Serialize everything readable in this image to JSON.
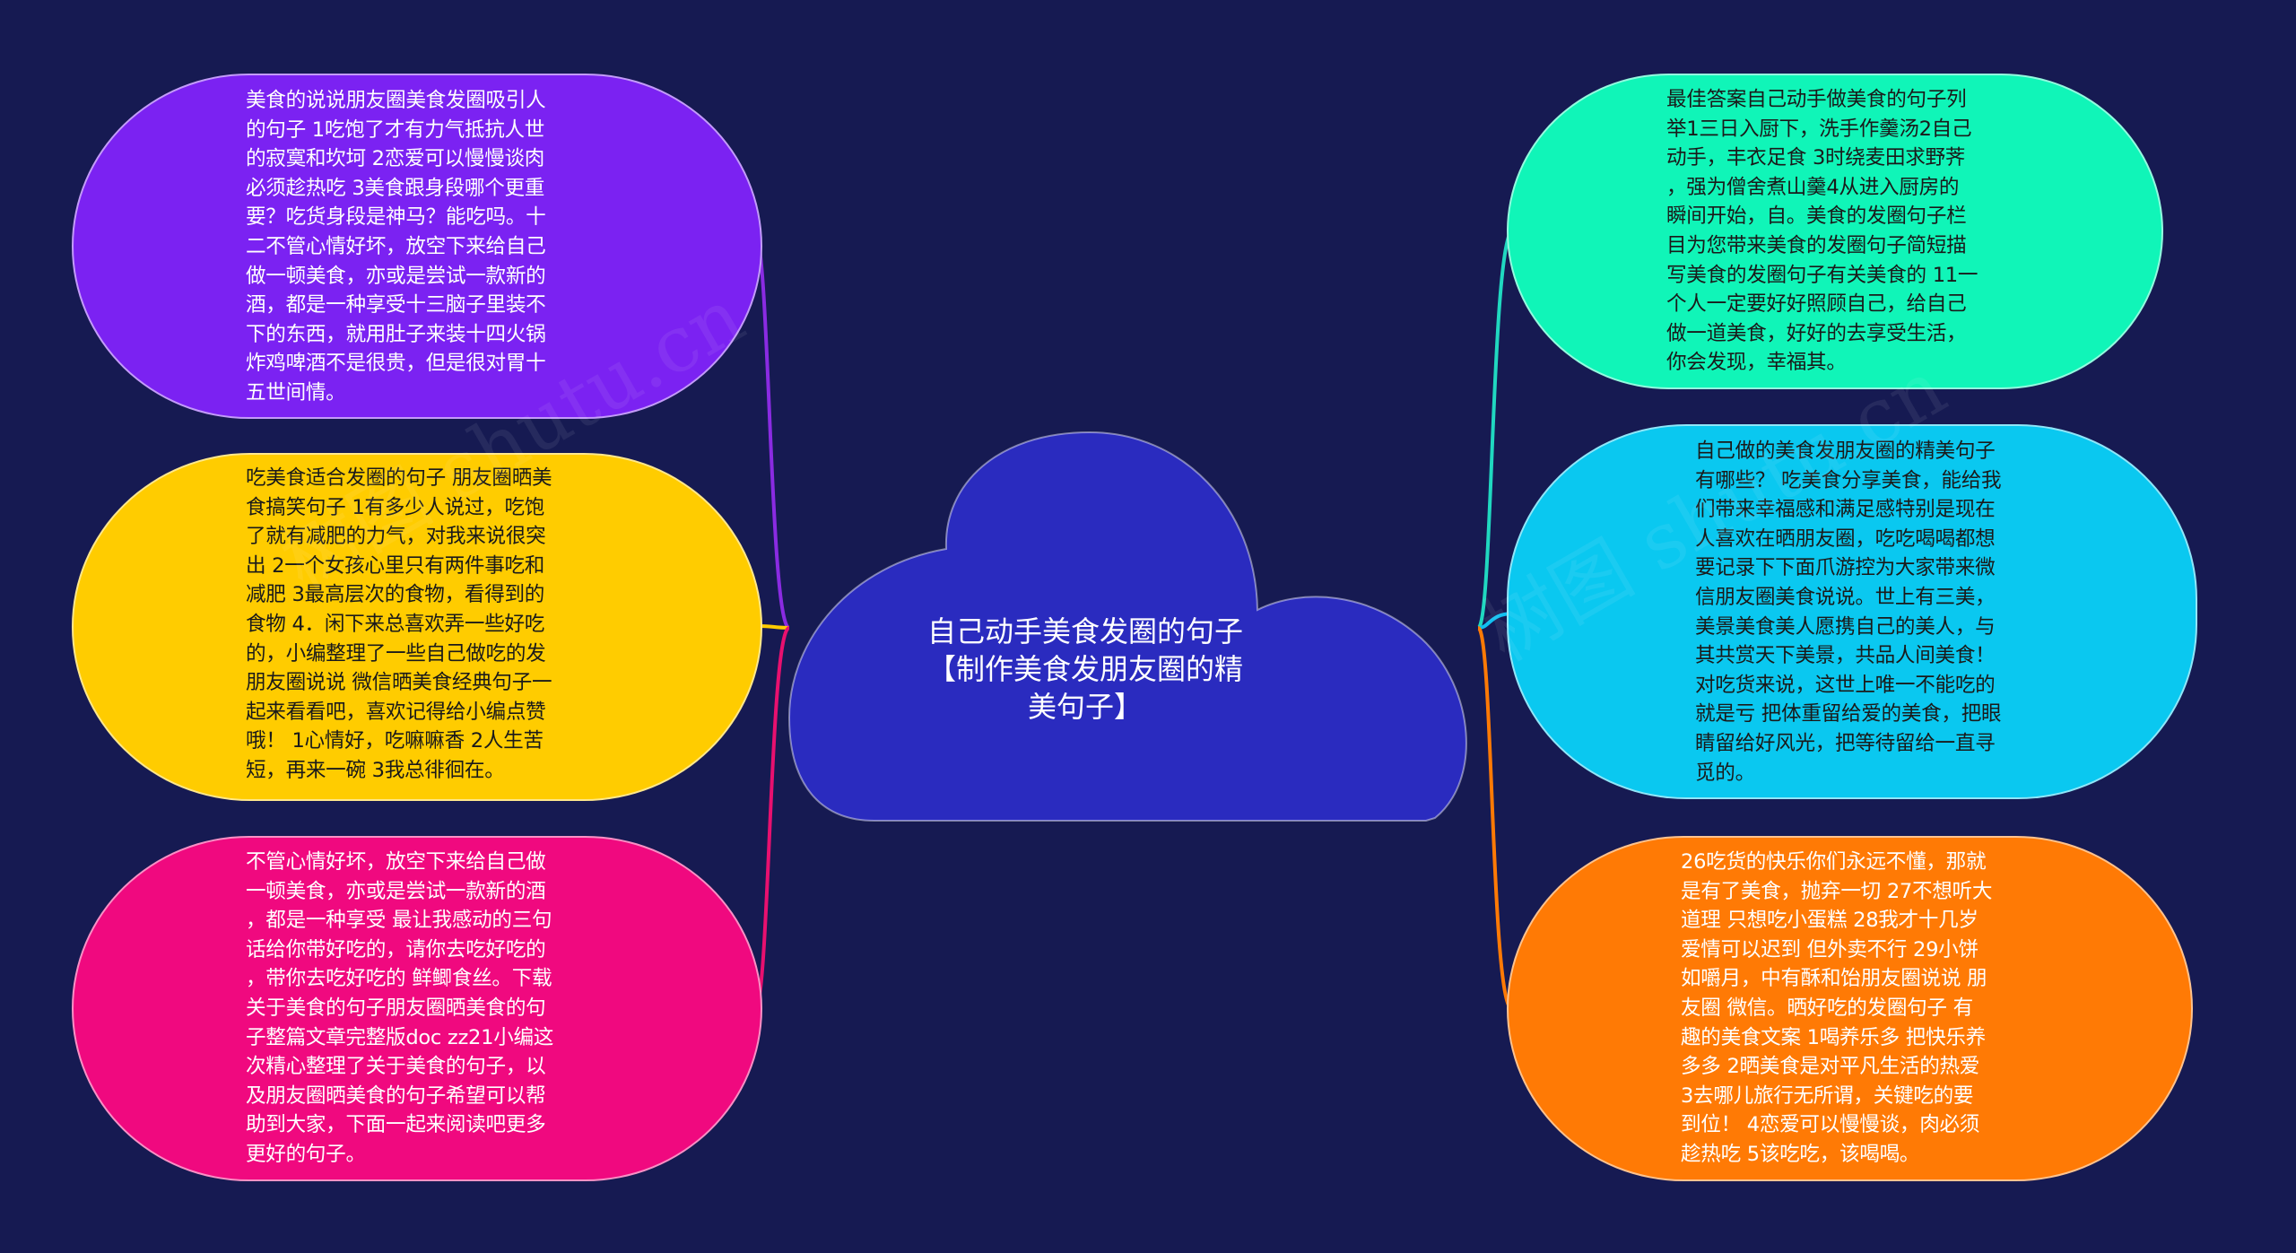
{
  "central": {
    "title": "自己动手美食发圈的句子\n【制作美食发朋友圈的精\n美句子】",
    "color": "#2a2bbf"
  },
  "nodes": [
    {
      "id": "left-1",
      "color": "#7b22f2",
      "line_color": "#8a2be2",
      "text": "美食的说说朋友圈美食发圈吸引人\n的句子 1吃饱了才有力气抵抗人世\n的寂寞和坎坷 2恋爱可以慢慢谈肉\n必须趁热吃 3美食跟身段哪个更重\n要？吃货身段是神马？能吃吗。十\n二不管心情好坏，放空下来给自己\n做一顿美食，亦或是尝试一款新的\n酒，都是一种享受十三脑子里装不\n下的东西，就用肚子来装十四火锅\n炸鸡啤酒不是很贵，但是很对胃十\n五世间情。"
    },
    {
      "id": "left-2",
      "color": "#ffcc00",
      "line_color": "#ffcc00",
      "text": "吃美食适合发圈的句子 朋友圈晒美\n食搞笑句子 1有多少人说过，吃饱\n了就有减肥的力气，对我来说很突\n出 2一个女孩心里只有两件事吃和\n减肥 3最高层次的食物，看得到的\n食物 4．闲下来总喜欢弄一些好吃\n的，小编整理了一些自己做吃的发\n朋友圈说说 微信晒美食经典句子一\n起来看看吧，喜欢记得给小编点赞\n哦！ 1心情好，吃嘛嘛香 2人生苦\n短，再来一碗 3我总徘徊在。"
    },
    {
      "id": "left-3",
      "color": "#f0097f",
      "line_color": "#e8106f",
      "text": "不管心情好坏，放空下来给自己做\n一顿美食，亦或是尝试一款新的酒\n，都是一种享受 最让我感动的三句\n话给你带好吃的，请你去吃好吃的\n，带你去吃好吃的 鲜鲫食丝。下载\n关于美食的句子朋友圈晒美食的句\n子整篇文章完整版doc zz21小编这\n次精心整理了关于美食的句子，以\n及朋友圈晒美食的句子希望可以帮\n助到大家，下面一起来阅读吧更多\n更好的句子。"
    },
    {
      "id": "right-1",
      "color": "#10f5b8",
      "line_color": "#20d8c0",
      "text": "最佳答案自己动手做美食的句子列\n举1三日入厨下，洗手作羹汤2自己\n动手，丰衣足食 3时绕麦田求野荠\n，强为僧舍煮山羹4从进入厨房的\n瞬间开始，自。美食的发圈句子栏\n目为您带来美食的发圈句子简短描\n写美食的发圈句子有关美食的 11一\n个人一定要好好照顾自己，给自己\n做一道美食，好好的去享受生活，\n你会发现，幸福其。"
    },
    {
      "id": "right-2",
      "color": "#0ac8f0",
      "line_color": "#10c0f0",
      "text": "自己做的美食发朋友圈的精美句子\n有哪些？ 吃美食分享美食，能给我\n们带来幸福感和满足感特别是现在\n人喜欢在晒朋友圈，吃吃喝喝都想\n要记录下下面爪游控为大家带来微\n信朋友圈美食说说。世上有三美，\n美景美食美人愿携自己的美人，与\n其共赏天下美景，共品人间美食！\n对吃货来说，这世上唯一不能吃的\n就是亏 把体重留给爱的美食，把眼\n睛留给好风光，把等待留给一直寻\n觅的。"
    },
    {
      "id": "right-3",
      "color": "#ff7a05",
      "line_color": "#ff7a05",
      "text": "26吃货的快乐你们永远不懂，那就\n是有了美食，抛弃一切 27不想听大\n道理 只想吃小蛋糕 28我才十几岁\n爱情可以迟到 但外卖不行 29小饼\n如嚼月，中有酥和饴朋友圈说说 朋\n友圈 微信。晒好吃的发圈句子 有\n趣的美食文案 1喝养乐多 把快乐养\n多多 2晒美食是对平凡生活的热爱\n3去哪儿旅行无所谓，关键吃的要\n到位！ 4恋爱可以慢慢谈，肉必须\n趁热吃 5该吃吃，该喝喝。"
    }
  ],
  "watermark": {
    "text_1": "树图 shutu.cn",
    "text_2": "树图 shutu.cn"
  }
}
